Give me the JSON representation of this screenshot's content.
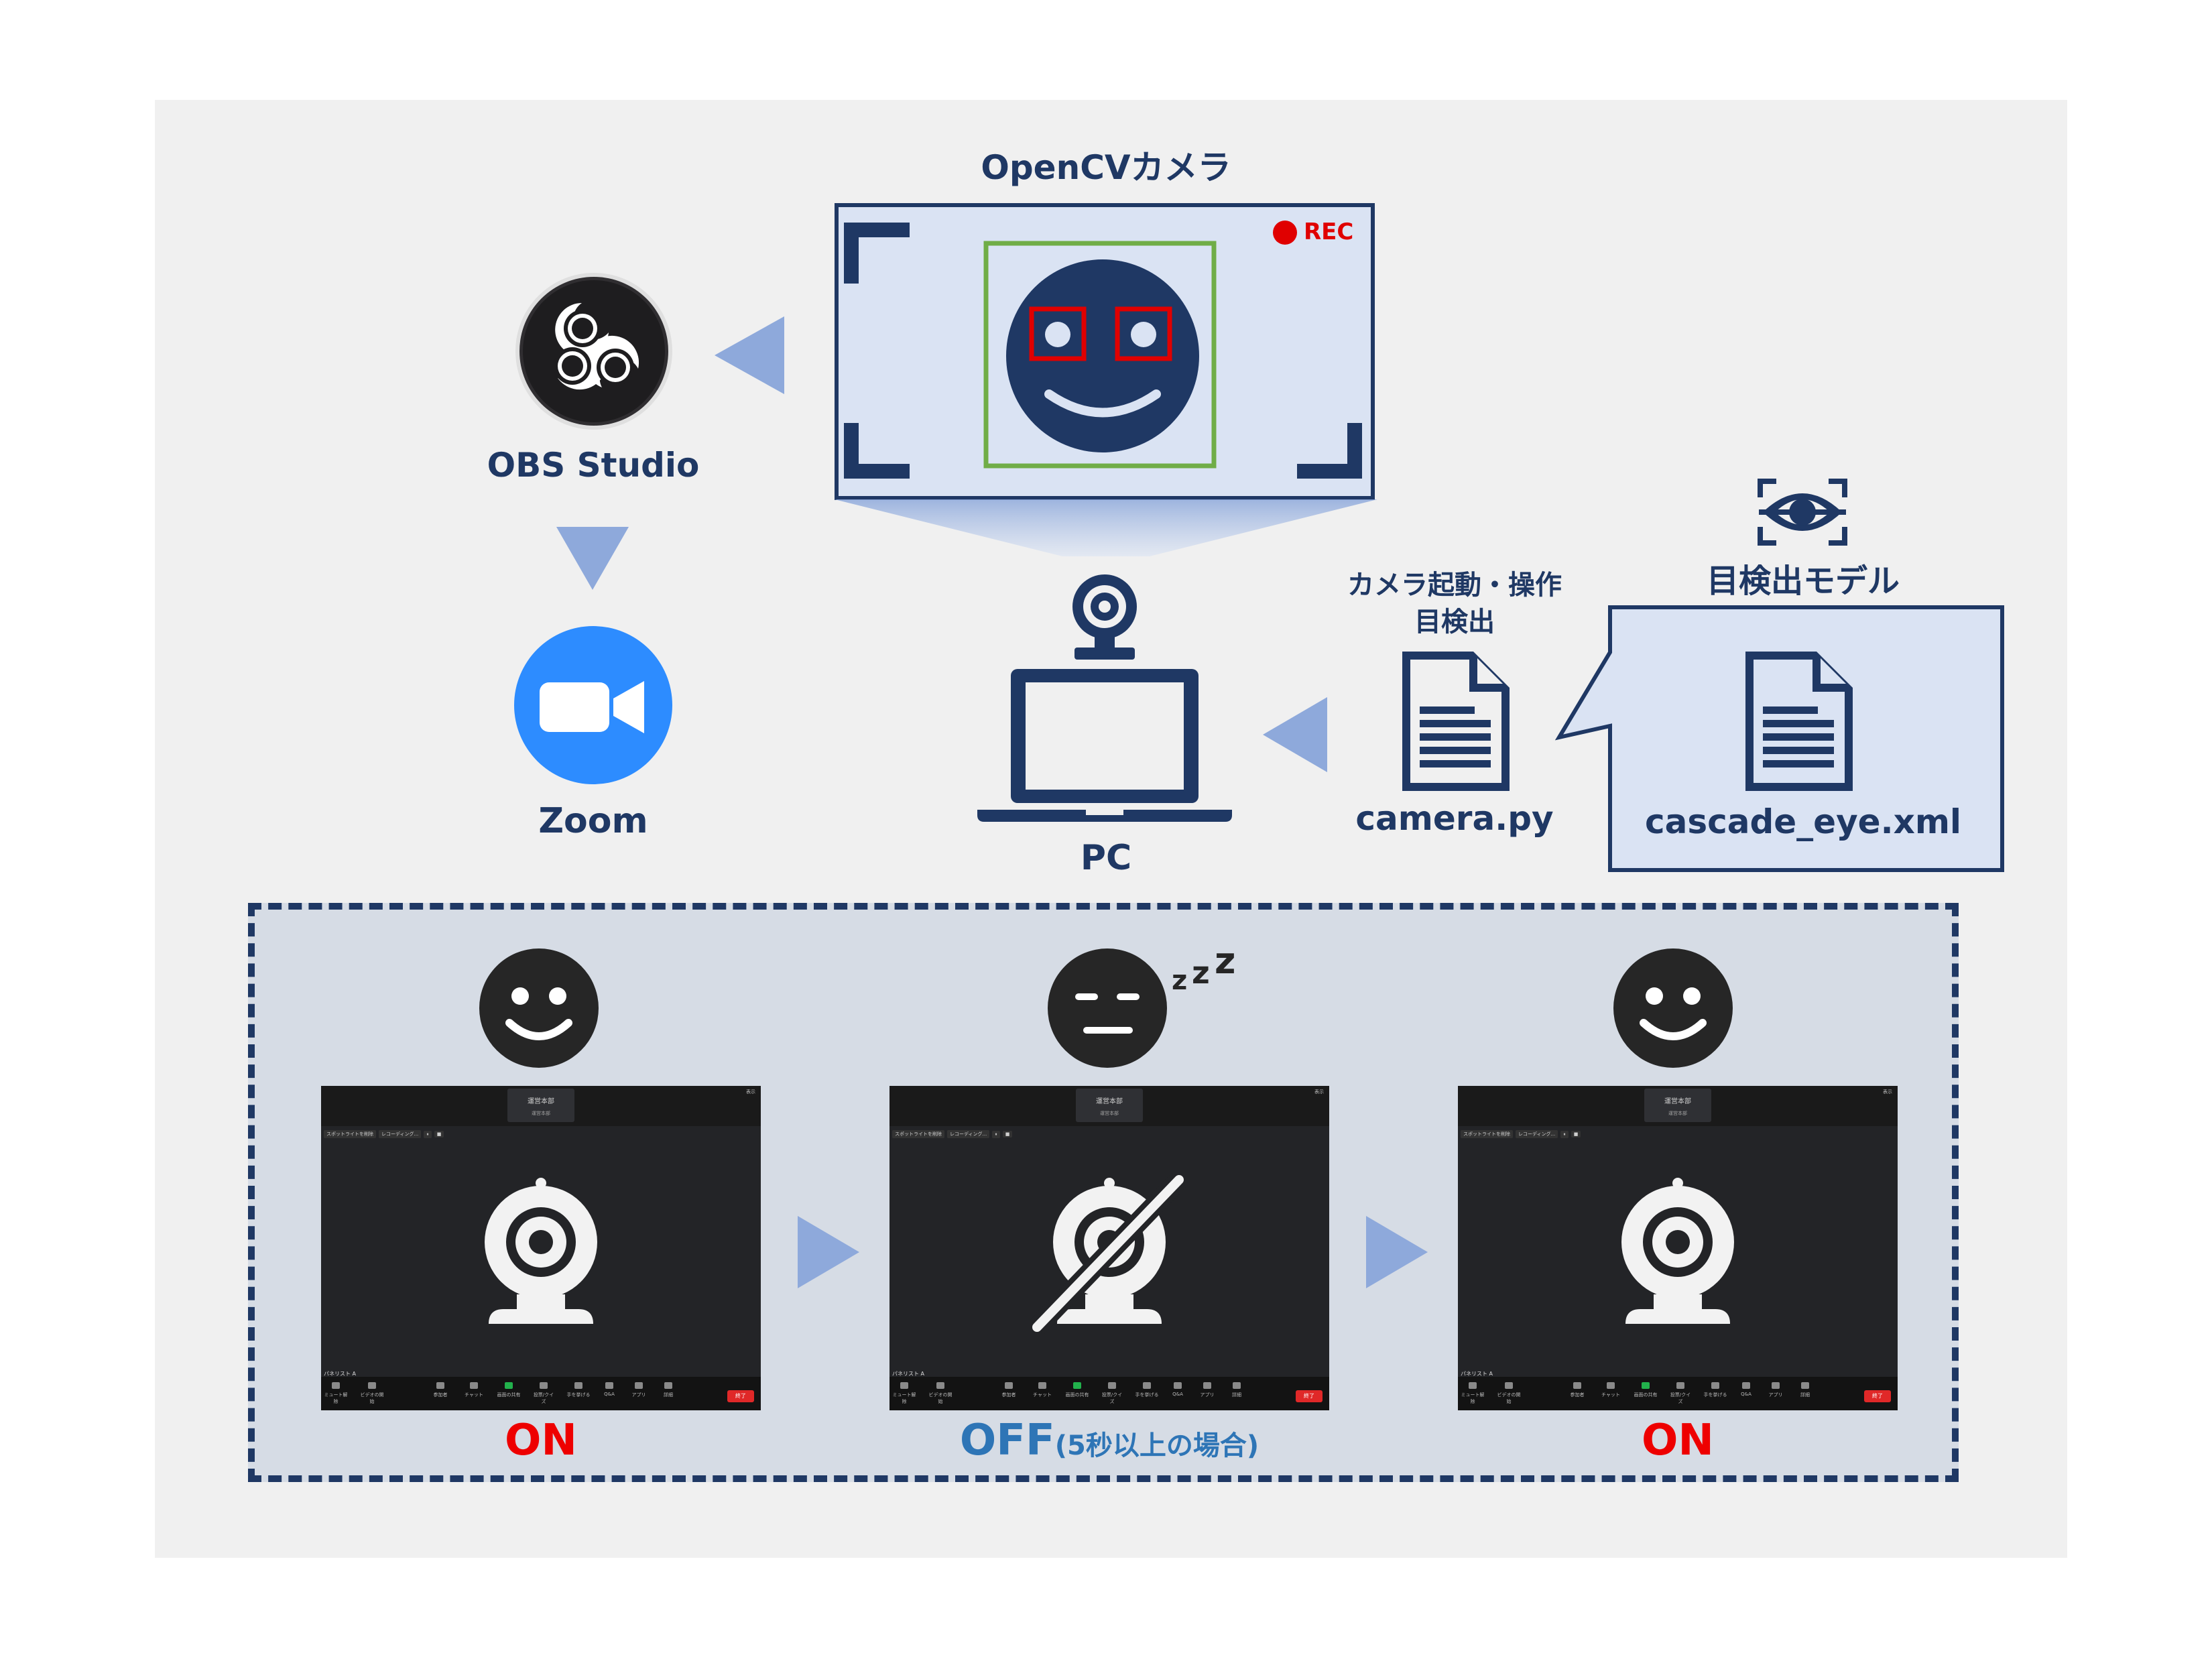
{
  "colors": {
    "navy": "#1f3864",
    "arrow": "#8ea9db",
    "frame_fill": "#dae3f3",
    "lower_fill": "#d6dce5",
    "face_box": "#70ad47",
    "eye_box": "#e00000",
    "rec": "#e00000",
    "on_text": "#ee0000",
    "off_text": "#2e75b6",
    "zoom_blue": "#2d8cff"
  },
  "top": {
    "opencv_title": "OpenCVカメラ",
    "rec_label": "REC",
    "obs_label": "OBS Studio",
    "zoom_label": "Zoom",
    "pc_label": "PC",
    "script_desc_line1": "カメラ起動・操作",
    "script_desc_line2": "目検出",
    "script_file": "camera.py",
    "model_title": "目検出モデル",
    "model_file": "cascade_eye.xml"
  },
  "flow": {
    "state1": "ON",
    "state2_main": "OFF",
    "state2_note": "(5秒以上の場合)",
    "state3": "ON",
    "sleep_text": "zzz"
  },
  "zoom_ui": {
    "participant_name": "運営本部",
    "participant_sub": "運営本部",
    "top_right": "表示",
    "strip_items": [
      "スポットライトを削除",
      "レコーディング...",
      "⏸",
      "■"
    ],
    "bottom_name": "パネリスト A",
    "toolbar": [
      {
        "icon": "mic-icon",
        "label": "ミュート解除"
      },
      {
        "icon": "video-icon",
        "label": "ビデオの開始"
      },
      {
        "icon": "participants-icon",
        "label": "参加者"
      },
      {
        "icon": "chat-icon",
        "label": "チャット"
      },
      {
        "icon": "share-icon",
        "label": "画面の共有"
      },
      {
        "icon": "poll-icon",
        "label": "投票/クイズ"
      },
      {
        "icon": "raise-hand-icon",
        "label": "手を挙げる"
      },
      {
        "icon": "qa-icon",
        "label": "Q&A"
      },
      {
        "icon": "apps-icon",
        "label": "アプリ"
      },
      {
        "icon": "more-icon",
        "label": "詳細"
      }
    ],
    "end_button": "終了"
  }
}
